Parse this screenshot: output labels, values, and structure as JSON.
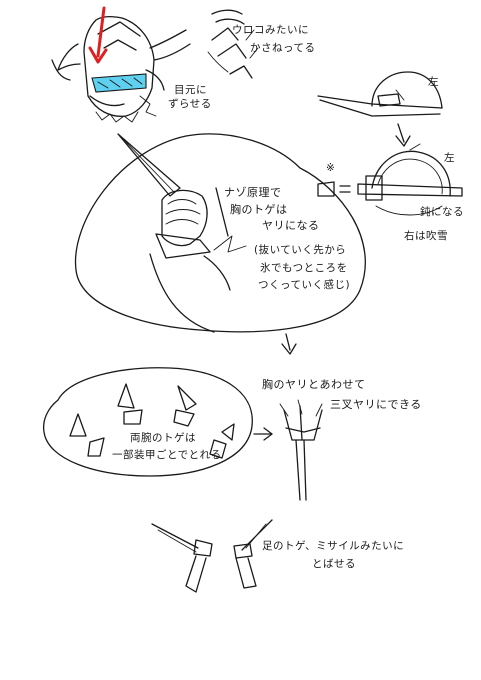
{
  "colors": {
    "ink": "#1a1a1a",
    "visor": "#5fd0f0",
    "arrow": "#e02020",
    "paper": "#ffffff"
  },
  "notes": {
    "scales_line1": "ウロコみたいに",
    "scales_line2": "かさねってる",
    "eyes_line1": "目元に",
    "eyes_line2": "ずらせる",
    "left_mark": "左",
    "left_mark2": "左",
    "asterisk": "※",
    "sword_label": "鈍になる",
    "right_label": "右は吹雪",
    "chest_line1": "ナゾ原理で",
    "chest_line2": "胸のトゲは",
    "chest_line3": "ヤリになる",
    "pull_line1": "(抜いていく先から",
    "pull_line2": "氷でもつところを",
    "pull_line3": "つくっていく感じ)",
    "spear_line1": "胸のヤリとあわせて",
    "spear_line2": "三叉ヤリにできる",
    "both_line1": "両腕のトゲは",
    "both_line2": "一部装甲ごとでとれる",
    "legs_line1": "足のトゲ、ミサイルみたいに",
    "legs_line2": "とばせる"
  }
}
